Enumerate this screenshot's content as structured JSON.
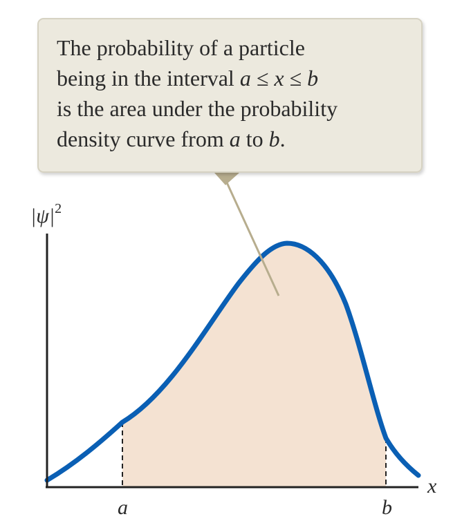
{
  "callout": {
    "lines": [
      {
        "parts": [
          {
            "text": "The probability of a particle",
            "italic": false
          }
        ]
      },
      {
        "parts": [
          {
            "text": "being in the interval ",
            "italic": false
          },
          {
            "text": "a",
            "italic": true
          },
          {
            "text": " ≤ ",
            "italic": false
          },
          {
            "text": "x",
            "italic": true
          },
          {
            "text": " ≤ ",
            "italic": false
          },
          {
            "text": "b",
            "italic": true
          }
        ]
      },
      {
        "parts": [
          {
            "text": "is the area under the probability",
            "italic": false
          }
        ]
      },
      {
        "parts": [
          {
            "text": "density curve from ",
            "italic": false
          },
          {
            "text": "a",
            "italic": true
          },
          {
            "text": " to ",
            "italic": false
          },
          {
            "text": "b",
            "italic": true
          },
          {
            "text": ".",
            "italic": false
          }
        ]
      }
    ]
  },
  "axes": {
    "y_label_main": "|ψ|",
    "y_label_sup": "2",
    "x_label": "x",
    "tick_a": "a",
    "tick_b": "b"
  },
  "colors": {
    "curve": "#0a5fb4",
    "shaded_area": "#f4e2d2",
    "callout_fill": "#ece9de",
    "callout_border": "#d6d2c2",
    "pointer": "#b7ad8e",
    "axis": "#222222"
  }
}
